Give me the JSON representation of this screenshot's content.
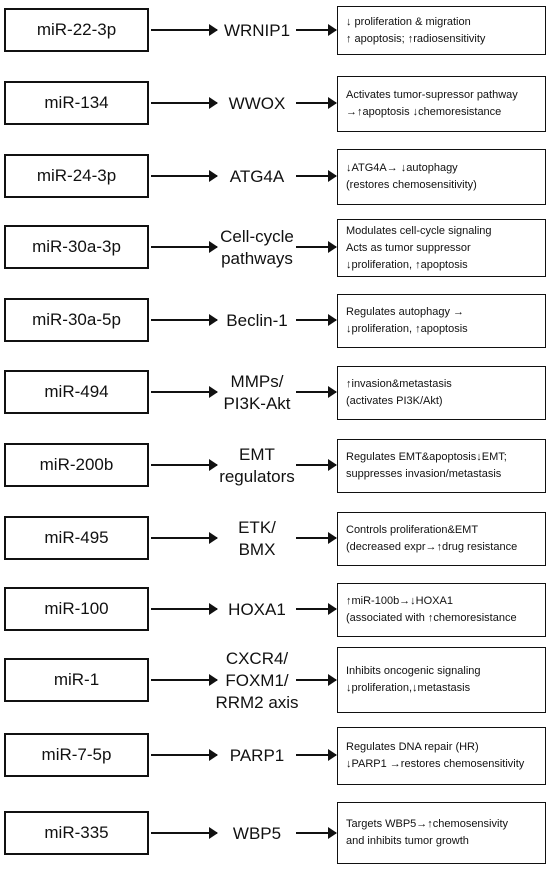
{
  "rows": [
    {
      "mirna": "miR-22-3p",
      "target": [
        "WRNIP1"
      ],
      "effects": [
        "↓ proliferation & migration",
        "↑ apoptosis; ↑radiosensitivity"
      ]
    },
    {
      "mirna": "miR-134",
      "target": [
        "WWOX"
      ],
      "effects": [
        "Activates tumor-supressor pathway",
        "→↑apoptosis ↓chemoresistance"
      ]
    },
    {
      "mirna": "miR-24-3p",
      "target": [
        "ATG4A"
      ],
      "effects": [
        "↓ATG4A→ ↓autophagy",
        "(restores chemosensitivity)"
      ]
    },
    {
      "mirna": "miR-30a-3p",
      "target": [
        "Cell-cycle",
        "pathways"
      ],
      "effects": [
        "Modulates cell-cycle signaling",
        "Acts as tumor suppressor",
        "↓proliferation, ↑apoptosis"
      ]
    },
    {
      "mirna": "miR-30a-5p",
      "target": [
        "Beclin-1"
      ],
      "effects": [
        "Regulates autophagy →",
        "↓proliferation, ↑apoptosis"
      ]
    },
    {
      "mirna": "miR-494",
      "target": [
        "MMPs/",
        "PI3K-Akt"
      ],
      "effects": [
        "↑invasion&metastasis",
        "(activates PI3K/Akt)"
      ]
    },
    {
      "mirna": "miR-200b",
      "target": [
        "EMT",
        "regulators"
      ],
      "effects": [
        "Regulates EMT&apoptosis↓EMT;",
        "suppresses invasion/metastasis"
      ]
    },
    {
      "mirna": "miR-495",
      "target": [
        "ETK/",
        "BMX"
      ],
      "effects": [
        "Controls proliferation&EMT",
        "(decreased expr→↑drug resistance"
      ]
    },
    {
      "mirna": "miR-100",
      "target": [
        "HOXA1"
      ],
      "effects": [
        "↑miR-100b→↓HOXA1",
        "(associated with ↑chemoresistance"
      ]
    },
    {
      "mirna": "miR-1",
      "target": [
        "CXCR4/",
        "FOXM1/",
        "RRM2 axis"
      ],
      "effects": [
        "Inhibits oncogenic signaling",
        "↓proliferation,↓metastasis"
      ]
    },
    {
      "mirna": "miR-7-5p",
      "target": [
        "PARP1"
      ],
      "effects": [
        "Regulates DNA repair (HR)",
        "↓PARP1 →restores chemosensitivity"
      ]
    },
    {
      "mirna": "miR-335",
      "target": [
        "WBP5"
      ],
      "effects": [
        "Targets WBP5→↑chemosensivity",
        "and inhibits tumor growth"
      ]
    }
  ]
}
